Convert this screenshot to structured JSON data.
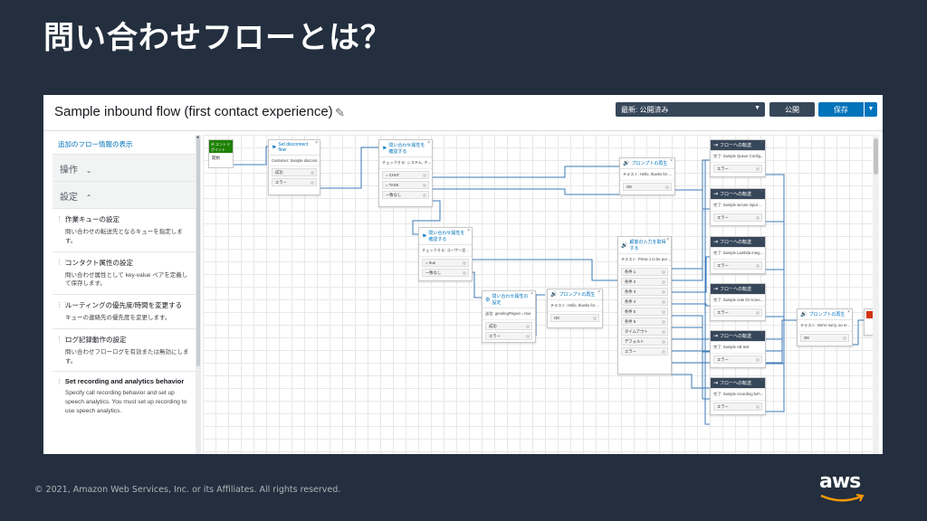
{
  "slide": {
    "title": "問い合わせフローとは？",
    "copyright": "© 2021, Amazon Web Services, Inc. or its Affiliates. All rights reserved.",
    "logo_text": "aws"
  },
  "editor": {
    "flow_title": "Sample inbound flow (first contact experience)",
    "version_select": "最新: 公開済み",
    "publish_label": "公開",
    "save_label": "保存"
  },
  "sidebar": {
    "more_info_link": "追加のフロー情報の表示",
    "sections": [
      {
        "label": "操作",
        "chevron": "v"
      },
      {
        "label": "設定",
        "chevron": "^"
      }
    ],
    "blocks": [
      {
        "name": "作業キューの設定",
        "desc": "問い合わせの転送先となるキューを指定します。"
      },
      {
        "name": "コンタクト属性の設定",
        "desc": "問い合わせ属性として key-value ペアを定義して保存します。"
      },
      {
        "name": "ルーティングの優先度/時間を変更する",
        "desc": "キューの連絡先の優先度を変更します。"
      },
      {
        "name": "ログ記録動作の設定",
        "desc": "問い合わせフローログを有効または無効にします。"
      },
      {
        "name": "Set recording and analytics behavior",
        "desc": "Specify call recording behavior and set up speech analytics. You must set up recording to use speech analytics."
      }
    ]
  },
  "canvas": {
    "entry": {
      "label": "エントリポイント",
      "start": "開始"
    },
    "nodes": {
      "disconnect": {
        "title": "Set disconnect flow",
        "sub": "Customer: Sample disconn...",
        "branches": [
          "成功",
          "エラー"
        ]
      },
      "check1": {
        "title": "問い合わせ属性を確認する",
        "sub": "チェックする: システム, チ...",
        "branches": [
          "= CHAT",
          "= TASK",
          "一致なし"
        ]
      },
      "check2": {
        "title": "問い合わせ属性を確認する",
        "sub": "チェックする: ユーザー定...",
        "branches": [
          "= true",
          "一致なし"
        ]
      },
      "setattr": {
        "title": "問い合わせ属性の設定",
        "sub": "送信: greetingPlayed = true",
        "branches": [
          "成功",
          "エラー"
        ]
      },
      "prompt_top": {
        "title": "プロンプトの再生",
        "sub": "テキスト: Hello, thanks for ...",
        "branches": [
          "OK"
        ]
      },
      "prompt_mid": {
        "title": "プロンプトの再生",
        "sub": "テキスト: Hello, thanks for ...",
        "branches": [
          "OK"
        ]
      },
      "getinput": {
        "title": "顧客の入力を取得する",
        "sub": "テキスト: Press 1 to be put ...",
        "branches": [
          "条件 1",
          "条件 2",
          "条件 3",
          "条件 4",
          "条件 5",
          "条件 6",
          "タイムアウト",
          "デフォルト",
          "エラー"
        ]
      },
      "prompt_right": {
        "title": "プロンプトの再生",
        "sub": "テキスト: We're sorry, an er...",
        "branches": [
          "OK"
        ]
      },
      "transfers": [
        {
          "title": "フローへの転送",
          "sub": "完了: Sample Queue Config...",
          "branch": "エラー"
        },
        {
          "title": "フローへの転送",
          "sub": "完了: Sample secure input ...",
          "branch": "エラー"
        },
        {
          "title": "フローへの転送",
          "sub": "完了: Sample Lambda integ...",
          "branch": "エラー"
        },
        {
          "title": "フローへの転送",
          "sub": "完了: Sample note for scree...",
          "branch": "エラー"
        },
        {
          "title": "フローへの転送",
          "sub": "完了: Sample AB test",
          "branch": "エラー"
        },
        {
          "title": "フローへの転送",
          "sub": "完了: Sample recording beh...",
          "branch": "エラー"
        }
      ]
    }
  },
  "colors": {
    "background": "#232f3e",
    "link": "#0073bb",
    "save": "#0073bb",
    "dark_button": "#37475a",
    "entry": "#1d8102"
  }
}
